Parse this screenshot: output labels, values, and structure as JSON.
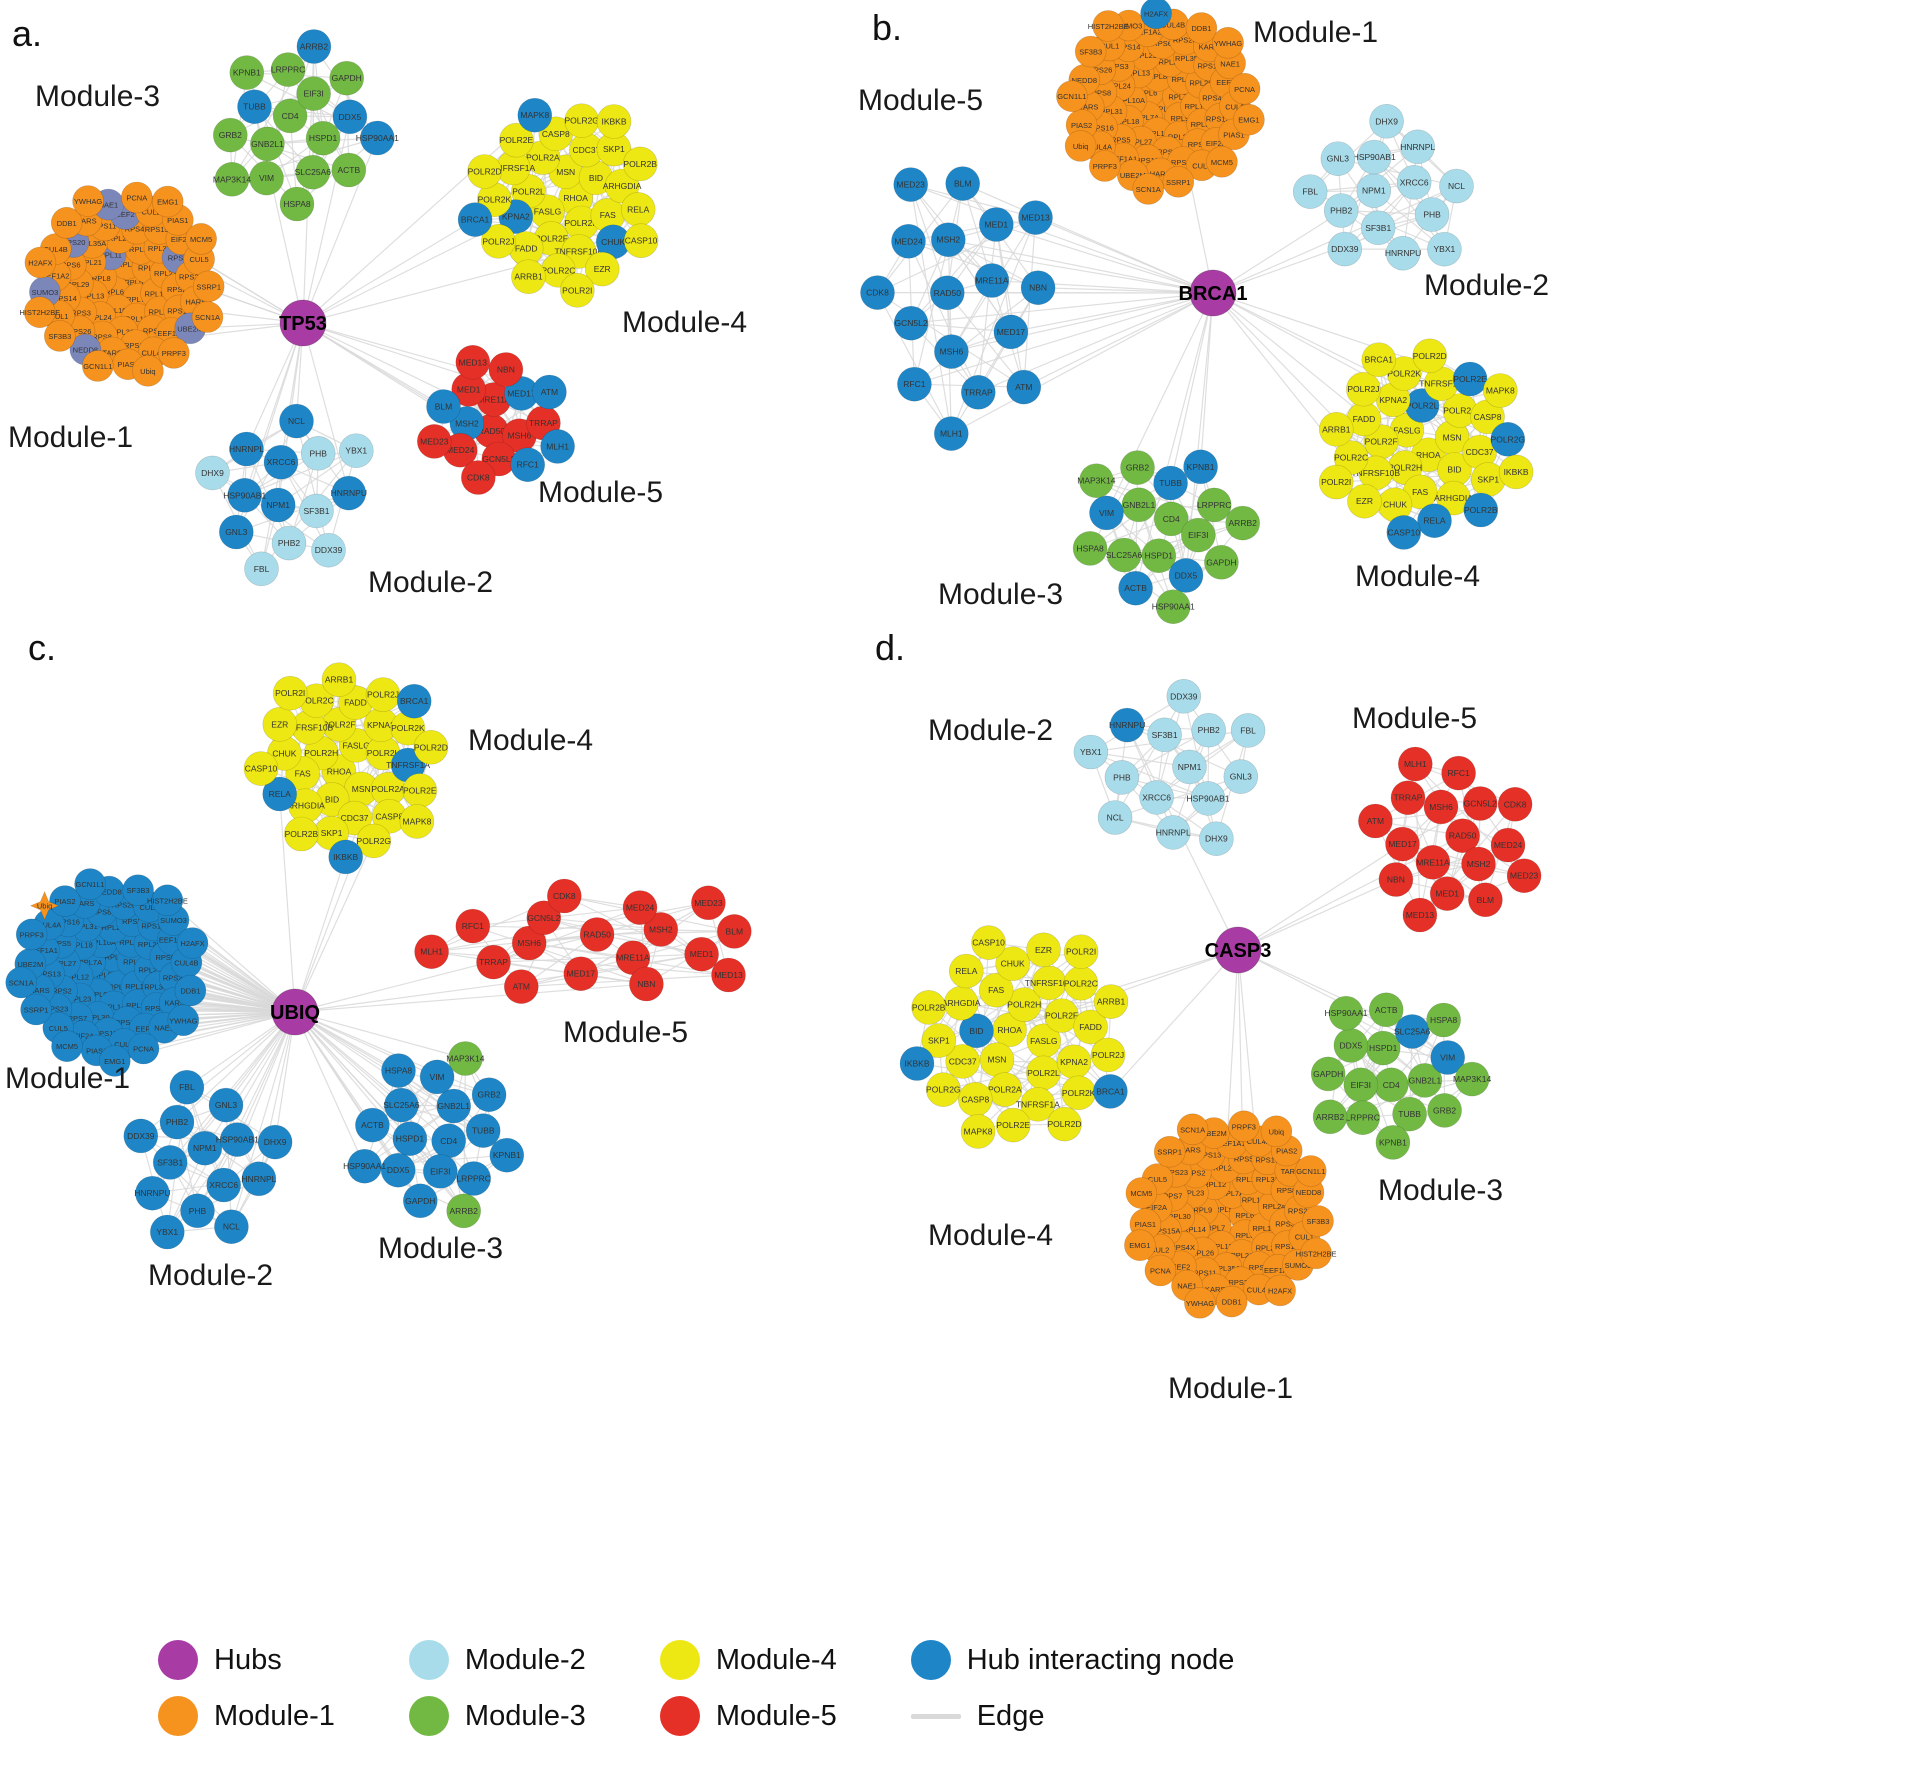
{
  "colors": {
    "hub": "#A93BA4",
    "module1": "#F6921E",
    "module2": "#A9DCEA",
    "module3": "#72B944",
    "module4": "#EDE714",
    "module5": "#E43027",
    "hub_interacting": "#1E86C7",
    "slate": "#7C87B9",
    "edge": "#D9D9D9"
  },
  "legend": {
    "items": [
      {
        "label": "Hubs",
        "swatch": "hub",
        "shape": "circle"
      },
      {
        "label": "Module-1",
        "swatch": "module1",
        "shape": "circle"
      },
      {
        "label": "Module-2",
        "swatch": "module2",
        "shape": "circle"
      },
      {
        "label": "Module-3",
        "swatch": "module3",
        "shape": "circle"
      },
      {
        "label": "Module-4",
        "swatch": "module4",
        "shape": "circle"
      },
      {
        "label": "Module-5",
        "swatch": "module5",
        "shape": "circle"
      },
      {
        "label": "Hub interacting node",
        "swatch": "hub_interacting",
        "shape": "circle"
      },
      {
        "label": "Edge",
        "swatch": "edge",
        "shape": "line"
      }
    ]
  },
  "network": {
    "gene_sets": {
      "module1": [
        "RPL5",
        "RPL6",
        "RPL7",
        "RPL7A",
        "RPL8",
        "RPL9",
        "RPL10A",
        "RPL11",
        "RPL12",
        "RPL13",
        "RPL14",
        "RPL18",
        "RPL21",
        "RPL23",
        "RPL24",
        "RPL26",
        "RPL27",
        "RPL29",
        "RPL30",
        "RPL31",
        "RPL35A",
        "RPS2",
        "RPS3",
        "RPS4X",
        "RPS5",
        "RPS6",
        "RPS7",
        "RPS8",
        "RPS11",
        "RPS13",
        "RPS14",
        "RPS15A",
        "RPS16",
        "RPS20",
        "RPS23",
        "RPS26",
        "EEF2",
        "EEF1A1",
        "EEF1A2",
        "EIF2A",
        "TARS",
        "KARS",
        "HARS",
        "CUL1",
        "CUL2",
        "CUL4A",
        "CUL4B",
        "CUL5",
        "NEDD8",
        "NAE1",
        "UBE2M",
        "SUMO3",
        "PIAS1",
        "PIAS2",
        "DDB1",
        "SSRP1",
        "SF3B3",
        "PCNA",
        "PRPF3",
        "H2AFX",
        "MCM5",
        "GCN1L1",
        "YWHAG",
        "SCN1A",
        "HIST2H2BE",
        "EMG1",
        "Ubiq"
      ],
      "module2": [
        "NPM1",
        "XRCC6",
        "SF3B1",
        "HSP90AB1",
        "PHB",
        "PHB2",
        "HNRNPL",
        "HNRNPU",
        "GNL3",
        "NCL",
        "DDX39",
        "DHX9",
        "YBX1",
        "FBL"
      ],
      "module3": [
        "CD4",
        "HSPD1",
        "GNB2L1",
        "EIF3I",
        "SLC25A6",
        "TUBB",
        "DDX5",
        "VIM",
        "LRPPRC",
        "ACTB",
        "GRB2",
        "GAPDH",
        "HSPA8",
        "KPNB1",
        "HSP90AA1",
        "MAP3K14",
        "ARRB2"
      ],
      "module4": [
        "RHOA",
        "FASLG",
        "MSN",
        "POLR2H",
        "POLR2L",
        "BID",
        "POLR2F",
        "POLR2A",
        "FAS",
        "KPNA2",
        "CDC37",
        "TNFRSF10B",
        "TNFRSF1A",
        "ARHGDIA",
        "FADD",
        "CASP8",
        "CHUK",
        "POLR2K",
        "SKP1",
        "POLR2C",
        "POLR2E",
        "RELA",
        "POLR2J",
        "POLR2G",
        "EZR",
        "POLR2D",
        "POLR2B",
        "ARRB1",
        "MAPK8",
        "CASP10",
        "BRCA1",
        "IKBKB",
        "POLR2I"
      ],
      "module5": [
        "RAD50",
        "MRE11A",
        "MSH6",
        "MSH2",
        "MED17",
        "GCN5L2",
        "MED1",
        "TRRAP",
        "MED24",
        "NBN",
        "RFC1",
        "BLM",
        "ATM",
        "CDK8",
        "MED13",
        "MLH1",
        "MED23"
      ]
    },
    "panels": [
      {
        "id": "a",
        "letter": "a.",
        "hub": "TP53",
        "modules": [
          {
            "key": "module1",
            "label": "Module-1",
            "alt_nodes": [
              "RPL11",
              "EEF2",
              "UBE2M",
              "NEDD8",
              "RPS20",
              "RPS7",
              "NAE1",
              "SUMO3"
            ],
            "alt_color": "slate"
          },
          {
            "key": "module2",
            "label": "Module-2",
            "alt_nodes": [
              "HNRNPL",
              "HSP90AB1",
              "HNRNPU",
              "NCL",
              "GNL3",
              "XRCC6",
              "NPM1"
            ],
            "alt_color": "hub_interacting"
          },
          {
            "key": "module3",
            "label": "Module-3",
            "alt_nodes": [
              "TUBB",
              "DDX5",
              "HSP90AA1",
              "ARRB2"
            ],
            "alt_color": "hub_interacting"
          },
          {
            "key": "module4",
            "label": "Module-4",
            "alt_nodes": [
              "CHUK",
              "MAPK8",
              "BRCA1",
              "KPNA2"
            ],
            "alt_color": "hub_interacting"
          },
          {
            "key": "module5",
            "label": "Module-5",
            "alt_nodes": [
              "MSH2",
              "MED17",
              "BLM",
              "ATM",
              "RFC1",
              "MLH1"
            ],
            "alt_color": "hub_interacting"
          }
        ]
      },
      {
        "id": "b",
        "letter": "b.",
        "hub": "BRCA1",
        "modules": [
          {
            "key": "module1",
            "label": "Module-1",
            "alt_nodes": [
              "H2AFX"
            ],
            "alt_color": "hub_interacting"
          },
          {
            "key": "module2",
            "label": "Module-2",
            "alt_nodes": []
          },
          {
            "key": "module3",
            "label": "Module-3",
            "alt_nodes": [
              "TUBB",
              "ACTB",
              "KPNB1",
              "VIM",
              "DDX5"
            ],
            "alt_color": "hub_interacting"
          },
          {
            "key": "module4",
            "label": "Module-4",
            "alt_nodes": [
              "POLR2L",
              "POLR2B",
              "RELA",
              "POLR2E",
              "POLR2G",
              "CASP10"
            ],
            "alt_color": "hub_interacting"
          },
          {
            "key": "module5",
            "label": "Module-5",
            "color": "hub_interacting",
            "alt_nodes": []
          }
        ]
      },
      {
        "id": "c",
        "letter": "c.",
        "hub": "UBIQ",
        "modules": [
          {
            "key": "module1",
            "label": "Module-1",
            "color": "hub_interacting",
            "alt_nodes": [
              "Ubiq"
            ],
            "alt_color": "module1",
            "alt_shape": "star4"
          },
          {
            "key": "module2",
            "label": "Module-2",
            "color": "hub_interacting",
            "alt_nodes": []
          },
          {
            "key": "module3",
            "label": "Module-3",
            "color": "hub_interacting",
            "alt_nodes": [
              "ARRB2",
              "MAP3K14"
            ],
            "alt_color": "module3"
          },
          {
            "key": "module4",
            "label": "Module-4",
            "alt_nodes": [
              "BRCA1",
              "IKBKB",
              "TNFRSF1A",
              "RELA"
            ],
            "alt_color": "hub_interacting"
          },
          {
            "key": "module5",
            "label": "Module-5",
            "alt_nodes": []
          }
        ]
      },
      {
        "id": "d",
        "letter": "d.",
        "hub": "CASP3",
        "modules": [
          {
            "key": "module1",
            "label": "Module-1",
            "alt_nodes": []
          },
          {
            "key": "module2",
            "label": "Module-2",
            "alt_nodes": [
              "HNRNPU"
            ],
            "alt_color": "hub_interacting"
          },
          {
            "key": "module3",
            "label": "Module-3",
            "alt_nodes": [
              "VIM",
              "SLC25A6"
            ],
            "alt_color": "hub_interacting"
          },
          {
            "key": "module4",
            "label": "Module-4",
            "alt_nodes": [
              "BRCA1",
              "IKBKB",
              "BID"
            ],
            "alt_color": "hub_interacting"
          },
          {
            "key": "module5",
            "label": "Module-5",
            "alt_nodes": []
          }
        ]
      }
    ]
  }
}
